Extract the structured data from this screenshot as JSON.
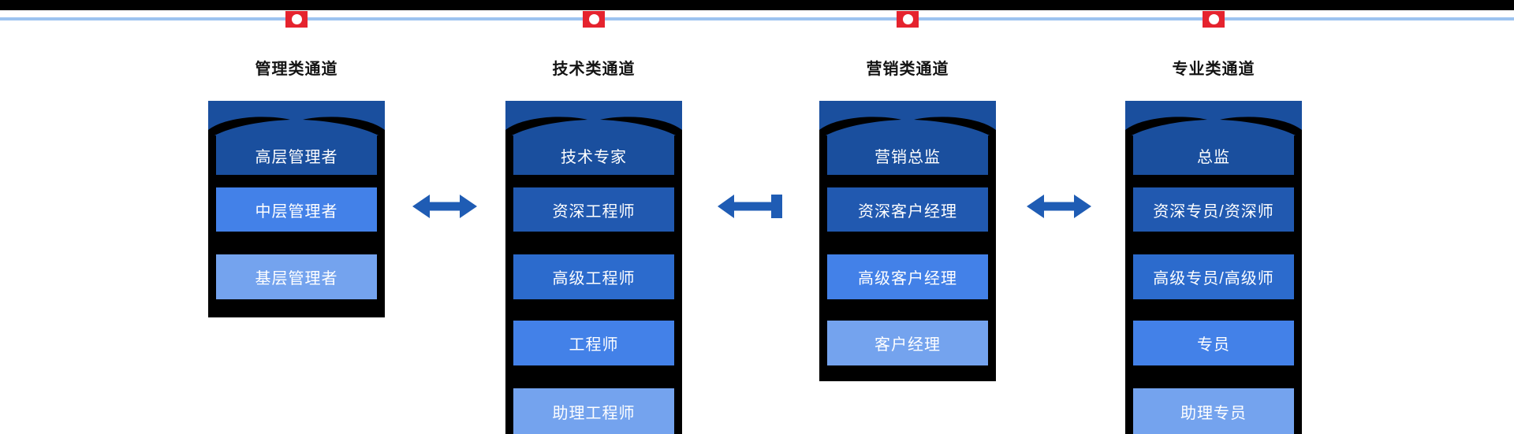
{
  "page": {
    "background": "#ffffff",
    "top_bar_color": "#000000",
    "timeline_color": "#9cc3f0",
    "marker_color": "#e5232e",
    "marker_dot_color": "#ffffff",
    "arrow_color": "#1f5cb4",
    "track_color": "#000000",
    "title_color": "#141414",
    "level_text_color": "#ffffff"
  },
  "icons": {
    "markers": "timeline-node-icon",
    "arrow_between_1": "double-headed-arrow-icon",
    "arrow_between_2": "left-arrow-icon",
    "arrow_between_3": "double-headed-arrow-icon",
    "header_ornament": "wing-swoosh-icon"
  },
  "channels": [
    {
      "title": "管理类通道",
      "header_color": "#1a4f9e",
      "levels": [
        {
          "label": "高层管理者",
          "color": "#1a4f9e"
        },
        {
          "label": "中层管理者",
          "color": "#4381e8"
        },
        {
          "label": "基层管理者",
          "color": "#74a3ee"
        }
      ]
    },
    {
      "title": "技术类通道",
      "header_color": "#1a4f9e",
      "levels": [
        {
          "label": "技术专家",
          "color": "#1a4f9e"
        },
        {
          "label": "资深工程师",
          "color": "#2159b0"
        },
        {
          "label": "高级工程师",
          "color": "#2c6bcd"
        },
        {
          "label": "工程师",
          "color": "#4381e8"
        },
        {
          "label": "助理工程师",
          "color": "#74a3ee"
        }
      ]
    },
    {
      "title": "营销类通道",
      "header_color": "#1a4f9e",
      "levels": [
        {
          "label": "营销总监",
          "color": "#1a4f9e"
        },
        {
          "label": "资深客户经理",
          "color": "#2159b0"
        },
        {
          "label": "高级客户经理",
          "color": "#4381e8"
        },
        {
          "label": "客户经理",
          "color": "#74a3ee"
        }
      ]
    },
    {
      "title": "专业类通道",
      "header_color": "#1a4f9e",
      "levels": [
        {
          "label": "总监",
          "color": "#1a4f9e"
        },
        {
          "label": "资深专员/资深师",
          "color": "#2159b0"
        },
        {
          "label": "高级专员/高级师",
          "color": "#2c6bcd"
        },
        {
          "label": "专员",
          "color": "#4381e8"
        },
        {
          "label": "助理专员",
          "color": "#74a3ee"
        }
      ]
    }
  ],
  "arrows": [
    {
      "between": "管理类通道-技术类通道",
      "direction": "double"
    },
    {
      "between": "技术类通道-营销类通道",
      "direction": "left"
    },
    {
      "between": "营销类通道-专业类通道",
      "direction": "double"
    }
  ]
}
